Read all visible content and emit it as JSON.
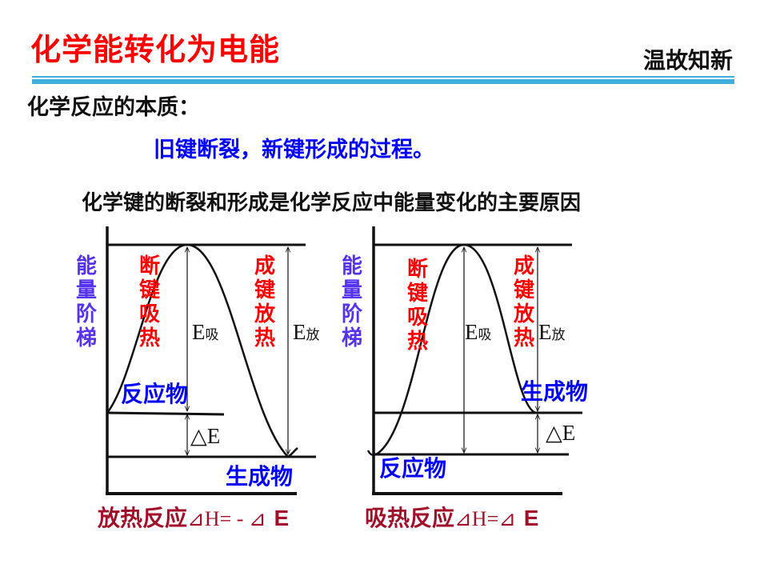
{
  "header": {
    "title": "化学能转化为电能",
    "section_tag": "温故知新",
    "accent_color": "#3fb0dc",
    "title_color": "#ff0000"
  },
  "content": {
    "question": "化学反应的本质：",
    "answer": "旧键断裂，新键形成的过程。",
    "statement": "化学键的断裂和形成是化学反应中能量变化的主要原因"
  },
  "diagrams": [
    {
      "type": "exothermic",
      "y_axis_label": [
        "能",
        "量",
        "阶",
        "梯"
      ],
      "break_bond_label": [
        "断",
        "键",
        "吸",
        "热"
      ],
      "form_bond_label": [
        "成",
        "键",
        "放",
        "热"
      ],
      "e_absorb": {
        "main": "E",
        "sub": "吸"
      },
      "e_release": {
        "main": "E",
        "sub": "放"
      },
      "delta_e": "△E",
      "reactant": "反应物",
      "product": "生成物",
      "caption": {
        "text": "放热反应",
        "eq": "⊿H= - ⊿",
        "e": "E"
      }
    },
    {
      "type": "endothermic",
      "y_axis_label": [
        "能",
        "量",
        "阶",
        "梯"
      ],
      "break_bond_label": [
        "断",
        "键",
        "吸",
        "热"
      ],
      "form_bond_label": [
        "成",
        "键",
        "放",
        "热"
      ],
      "e_absorb": {
        "main": "E",
        "sub": "吸"
      },
      "e_release": {
        "main": "E",
        "sub": "放"
      },
      "delta_e": "△E",
      "reactant": "反应物",
      "product": "生成物",
      "caption": {
        "text": "吸热反应",
        "eq": "⊿H=⊿",
        "e": "E"
      }
    }
  ],
  "colors": {
    "purple_label": "#5533ee",
    "red_label": "#ff0000",
    "blue_label": "#0000ff",
    "caption": "#a0102a"
  }
}
